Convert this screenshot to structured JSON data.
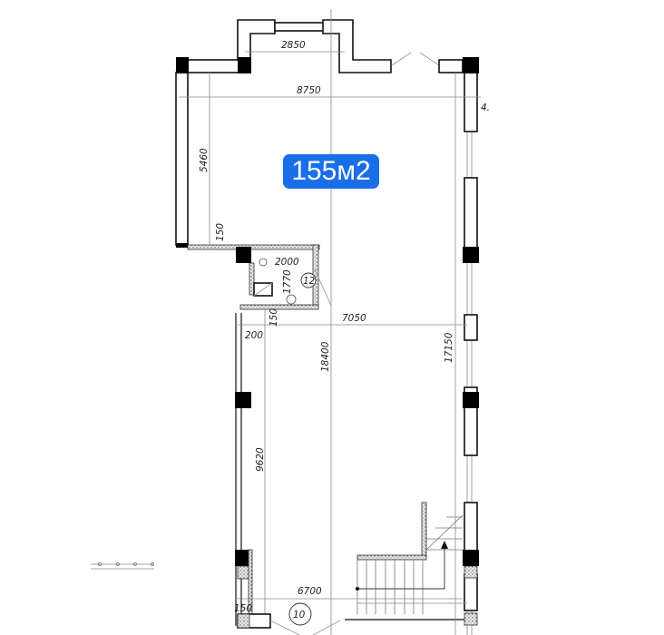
{
  "area_badge": {
    "label": "155м2",
    "color": "#1a6fe8"
  },
  "dimensions": {
    "top_bay_width": "2850",
    "total_width_top": "8750",
    "left_upper_height": "5460",
    "offset_150_upper": "150",
    "wc_width": "2000",
    "wc_depth": "1770",
    "room_number_wc": "12",
    "offset_150_mid": "150",
    "lower_width": "7050",
    "left_offset_200": "200",
    "total_length": "18400",
    "right_length": "17150",
    "left_lower_height": "9620",
    "bottom_width": "6700",
    "offset_150_bottom": "150",
    "room_number_main": "10",
    "edge_mark": "4."
  }
}
